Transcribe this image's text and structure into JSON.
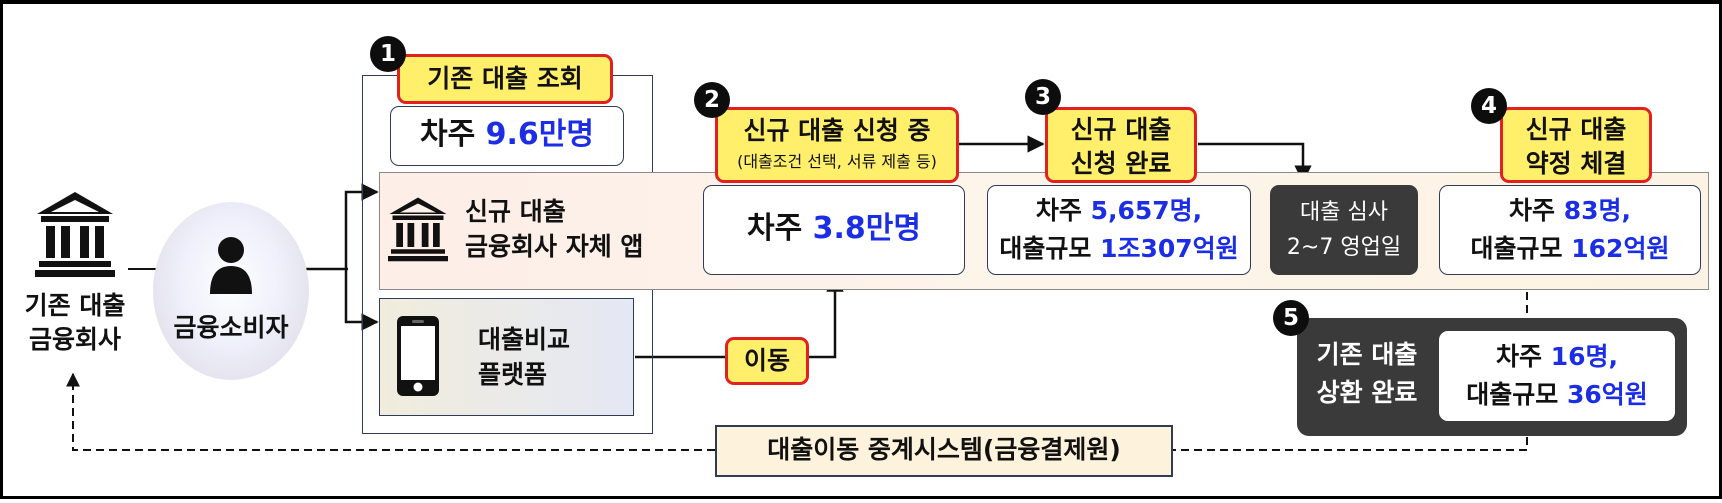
{
  "left": {
    "bank_line1": "기존 대출",
    "bank_line2": "금융회사",
    "consumer": "금융소비자"
  },
  "step1": {
    "badge": "1",
    "title": "기존 대출 조회",
    "count_prefix": "차주 ",
    "count_value": "9.6만명"
  },
  "app": {
    "line1": "신규 대출",
    "line2": "금융회사 자체 앱"
  },
  "platform": {
    "line1": "대출비교",
    "line2": "플랫폼"
  },
  "move": {
    "label": "이동"
  },
  "step2": {
    "badge": "2",
    "title": "신규 대출 신청 중",
    "subtitle": "(대출조건 선택, 서류 제출 등)",
    "count_prefix": "차주 ",
    "count_value": "3.8만명"
  },
  "step3": {
    "badge": "3",
    "title_line1": "신규 대출",
    "title_line2": "신청 완료",
    "count_prefix": "차주 ",
    "count_value": "5,657명,",
    "scale_prefix": "대출규모 ",
    "scale_value": "1조307억원"
  },
  "review": {
    "line1": "대출 심사",
    "line2": "2~7 영업일"
  },
  "step4": {
    "badge": "4",
    "title_line1": "신규 대출",
    "title_line2": "약정 체결",
    "count_prefix": "차주 ",
    "count_value": "83명,",
    "scale_prefix": "대출규모 ",
    "scale_value": "162억원"
  },
  "step5": {
    "badge": "5",
    "title_line1": "기존 대출",
    "title_line2": "상환 완료",
    "count_prefix": "차주 ",
    "count_value": "16명,",
    "scale_prefix": "대출규모 ",
    "scale_value": "36억원"
  },
  "system": {
    "label": "대출이동 중계시스템(금융결제원)"
  },
  "colors": {
    "highlight_fill": "#ffef6b",
    "highlight_border": "#e32020",
    "number_blue": "#1b2ee6",
    "app_band": "#fdf1e6",
    "platform_fill": "#e4e8f4",
    "dark_box": "#3a3a3a"
  }
}
